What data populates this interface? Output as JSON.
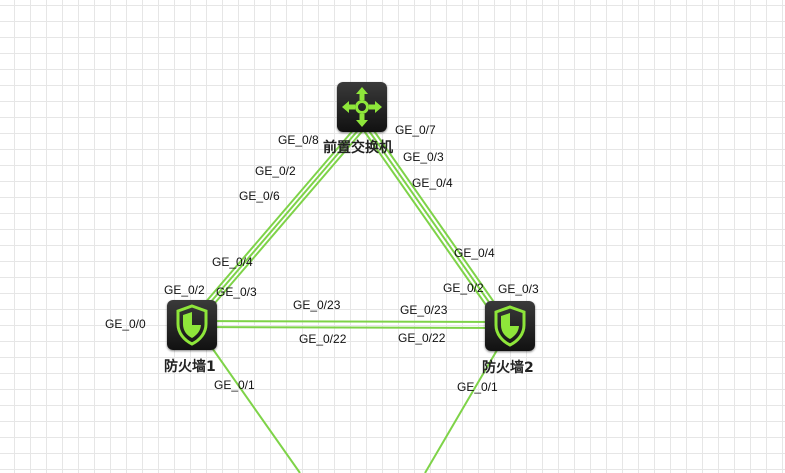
{
  "devices": {
    "front_switch": {
      "label": "前置交换机",
      "icon": "switch-icon"
    },
    "firewall1": {
      "label": "防火墙1",
      "icon": "firewall-shield-icon"
    },
    "firewall2": {
      "label": "防火墙2",
      "icon": "firewall-shield-icon"
    }
  },
  "ports": {
    "sw_ge_0_8": "GE_0/8",
    "sw_ge_0_2": "GE_0/2",
    "sw_ge_0_6": "GE_0/6",
    "sw_ge_0_7": "GE_0/7",
    "sw_ge_0_3": "GE_0/3",
    "sw_ge_0_4": "GE_0/4",
    "fw1_ge_0_4": "GE_0/4",
    "fw1_ge_0_2": "GE_0/2",
    "fw1_ge_0_3": "GE_0/3",
    "fw1_ge_0_0": "GE_0/0",
    "fw1_ge_0_23": "GE_0/23",
    "fw1_ge_0_22": "GE_0/22",
    "fw1_ge_0_1": "GE_0/1",
    "fw2_ge_0_4": "GE_0/4",
    "fw2_ge_0_2": "GE_0/2",
    "fw2_ge_0_3": "GE_0/3",
    "fw2_ge_0_23": "GE_0/23",
    "fw2_ge_0_22": "GE_0/22",
    "fw2_ge_0_1": "GE_0/1"
  },
  "colors": {
    "link": "#7ed348",
    "icon_green": "#8ee63a",
    "device_bg": "#1c1c1c"
  }
}
